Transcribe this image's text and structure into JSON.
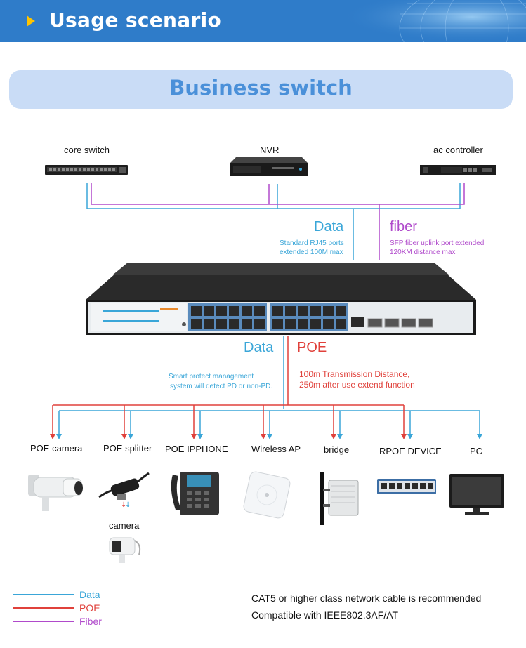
{
  "header": {
    "title": "Usage scenario"
  },
  "banner": {
    "title": "Business switch"
  },
  "top_devices": {
    "core_switch": "core switch",
    "nvr": "NVR",
    "ac_controller": "ac controller"
  },
  "uplink": {
    "data_label": "Data",
    "data_note_line1": "Standard RJ45 ports",
    "data_note_line2": "extended 100M max",
    "fiber_label": "fiber",
    "fiber_note_line1": "SFP fiber uplink port extended",
    "fiber_note_line2": "120KM distance max"
  },
  "downlink": {
    "data_label": "Data",
    "poe_label": "POE",
    "data_note_line1": "Smart protect management",
    "data_note_line2": "system will detect PD or non-PD.",
    "poe_note_line1": "100m Transmission Distance,",
    "poe_note_line2": "250m after use extend function"
  },
  "bottom_devices": {
    "poe_camera": "POE camera",
    "poe_splitter": "POE splitter",
    "poe_ipphone": "POE IPPHONE",
    "wireless_ap": "Wireless AP",
    "bridge": "bridge",
    "rpoe_device": "RPOE DEVICE",
    "pc": "PC",
    "camera": "camera"
  },
  "legend": {
    "data": "Data",
    "poe": "POE",
    "fiber": "Fiber"
  },
  "notes": {
    "line1": "CAT5 or higher class network cable is recommended",
    "line2": "Compatible with IEEE802.3AF/AT"
  },
  "colors": {
    "data": "#3aa6d8",
    "poe": "#e0413b",
    "fiber": "#b04acb",
    "header": "#2f7cc9",
    "accent": "#ffc400"
  }
}
